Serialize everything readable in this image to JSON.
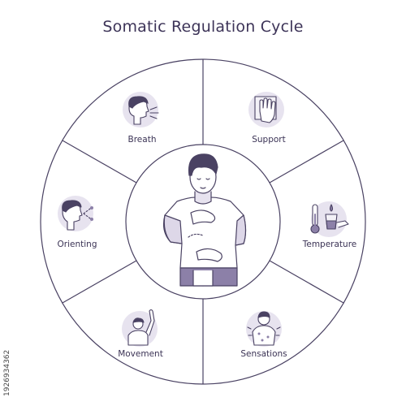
{
  "title": "Somatic Regulation Cycle",
  "segments": [
    {
      "label": "Breath",
      "icon": "breath-icon"
    },
    {
      "label": "Support",
      "icon": "hand-on-wall-icon"
    },
    {
      "label": "Temperature",
      "icon": "thermometer-water-icon"
    },
    {
      "label": "Sensations",
      "icon": "body-sensations-icon"
    },
    {
      "label": "Movement",
      "icon": "arm-raise-icon"
    },
    {
      "label": "Orienting",
      "icon": "orienting-head-icon"
    }
  ],
  "center_icon": "self-hug-person-icon",
  "watermark_id": "1926934362",
  "colors": {
    "outline": "#4a4263",
    "accent": "#8c80a8",
    "icon_bg": "#e7e3ef",
    "title": "#3d3458"
  }
}
